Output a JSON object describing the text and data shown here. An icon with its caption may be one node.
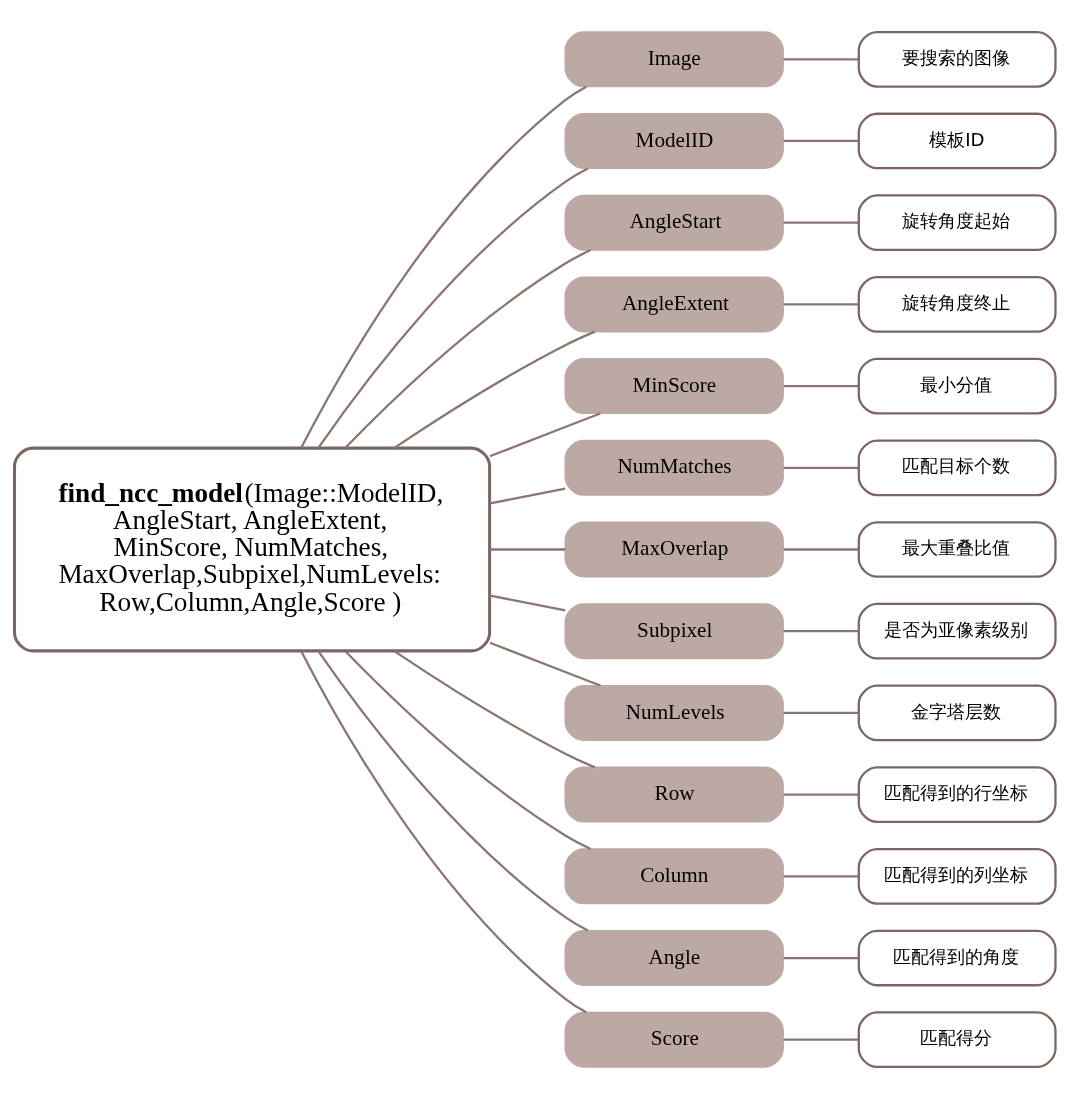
{
  "diagram": {
    "nodes": [
      {
        "text": [
          "**find_ncc_model**(Image::ModelID, AngleStart, AngleExtent, MinScore, NumMatches, MaxOverlap,Subpixel,NumLevels: Row,Column,Angle,Score )"
        ]
      },
      {
        "text": [
          "Image"
        ]
      },
      {
        "text": [
          "要搜索的图像"
        ]
      },
      {
        "text": [
          "ModelID"
        ]
      },
      {
        "text": [
          "模板ID"
        ]
      },
      {
        "text": [
          "AngleStart"
        ]
      },
      {
        "text": [
          "旋转角度起始"
        ]
      },
      {
        "text": [
          "AngleExtent"
        ]
      },
      {
        "text": [
          "旋转角度终止"
        ]
      },
      {
        "text": [
          "MinScore"
        ]
      },
      {
        "text": [
          "最小分值"
        ]
      },
      {
        "text": [
          "NumMatches"
        ]
      },
      {
        "text": [
          "匹配目标个数"
        ]
      },
      {
        "text": [
          "MaxOverlap"
        ]
      },
      {
        "text": [
          "最大重叠比值"
        ]
      },
      {
        "text": [
          "Subpixel"
        ]
      },
      {
        "text": [
          "是否为亚像素级别"
        ]
      },
      {
        "text": [
          "NumLevels"
        ]
      },
      {
        "text": [
          "金字塔层数"
        ]
      },
      {
        "text": [
          "Row"
        ]
      },
      {
        "text": [
          "匹配得到的行坐标"
        ]
      },
      {
        "text": [
          "Column"
        ]
      },
      {
        "text": [
          "匹配得到的列坐标"
        ]
      },
      {
        "text": [
          "Angle"
        ]
      },
      {
        "text": [
          "匹配得到的角度"
        ]
      },
      {
        "text": [
          "Score"
        ]
      },
      {
        "text": [
          "匹配得分"
        ]
      }
    ],
    "edges": [
      {
        "from": 0,
        "to": 1,
        "arrow": "none"
      },
      {
        "from": 0,
        "to": 3,
        "arrow": "none"
      },
      {
        "from": 0,
        "to": 5,
        "arrow": "none"
      },
      {
        "from": 0,
        "to": 7,
        "arrow": "none"
      },
      {
        "from": 0,
        "to": 9,
        "arrow": "none"
      },
      {
        "from": 0,
        "to": 11,
        "arrow": "none"
      },
      {
        "from": 0,
        "to": 13,
        "arrow": "none"
      },
      {
        "from": 0,
        "to": 15,
        "arrow": "none"
      },
      {
        "from": 0,
        "to": 17,
        "arrow": "none"
      },
      {
        "from": 0,
        "to": 19,
        "arrow": "none"
      },
      {
        "from": 0,
        "to": 21,
        "arrow": "none"
      },
      {
        "from": 0,
        "to": 23,
        "arrow": "none"
      },
      {
        "from": 0,
        "to": 25,
        "arrow": "none"
      },
      {
        "from": 1,
        "to": 2,
        "arrow": "none"
      },
      {
        "from": 3,
        "to": 4,
        "arrow": "none"
      },
      {
        "from": 5,
        "to": 6,
        "arrow": "none"
      },
      {
        "from": 7,
        "to": 8,
        "arrow": "none"
      },
      {
        "from": 9,
        "to": 10,
        "arrow": "none"
      },
      {
        "from": 11,
        "to": 12,
        "arrow": "none"
      },
      {
        "from": 13,
        "to": 14,
        "arrow": "none"
      },
      {
        "from": 15,
        "to": 16,
        "arrow": "none"
      },
      {
        "from": 17,
        "to": 18,
        "arrow": "none"
      },
      {
        "from": 19,
        "to": 20,
        "arrow": "none"
      },
      {
        "from": 21,
        "to": 22,
        "arrow": "none"
      },
      {
        "from": 23,
        "to": 24,
        "arrow": "none"
      },
      {
        "from": 25,
        "to": 26,
        "arrow": "none"
      }
    ]
  }
}
